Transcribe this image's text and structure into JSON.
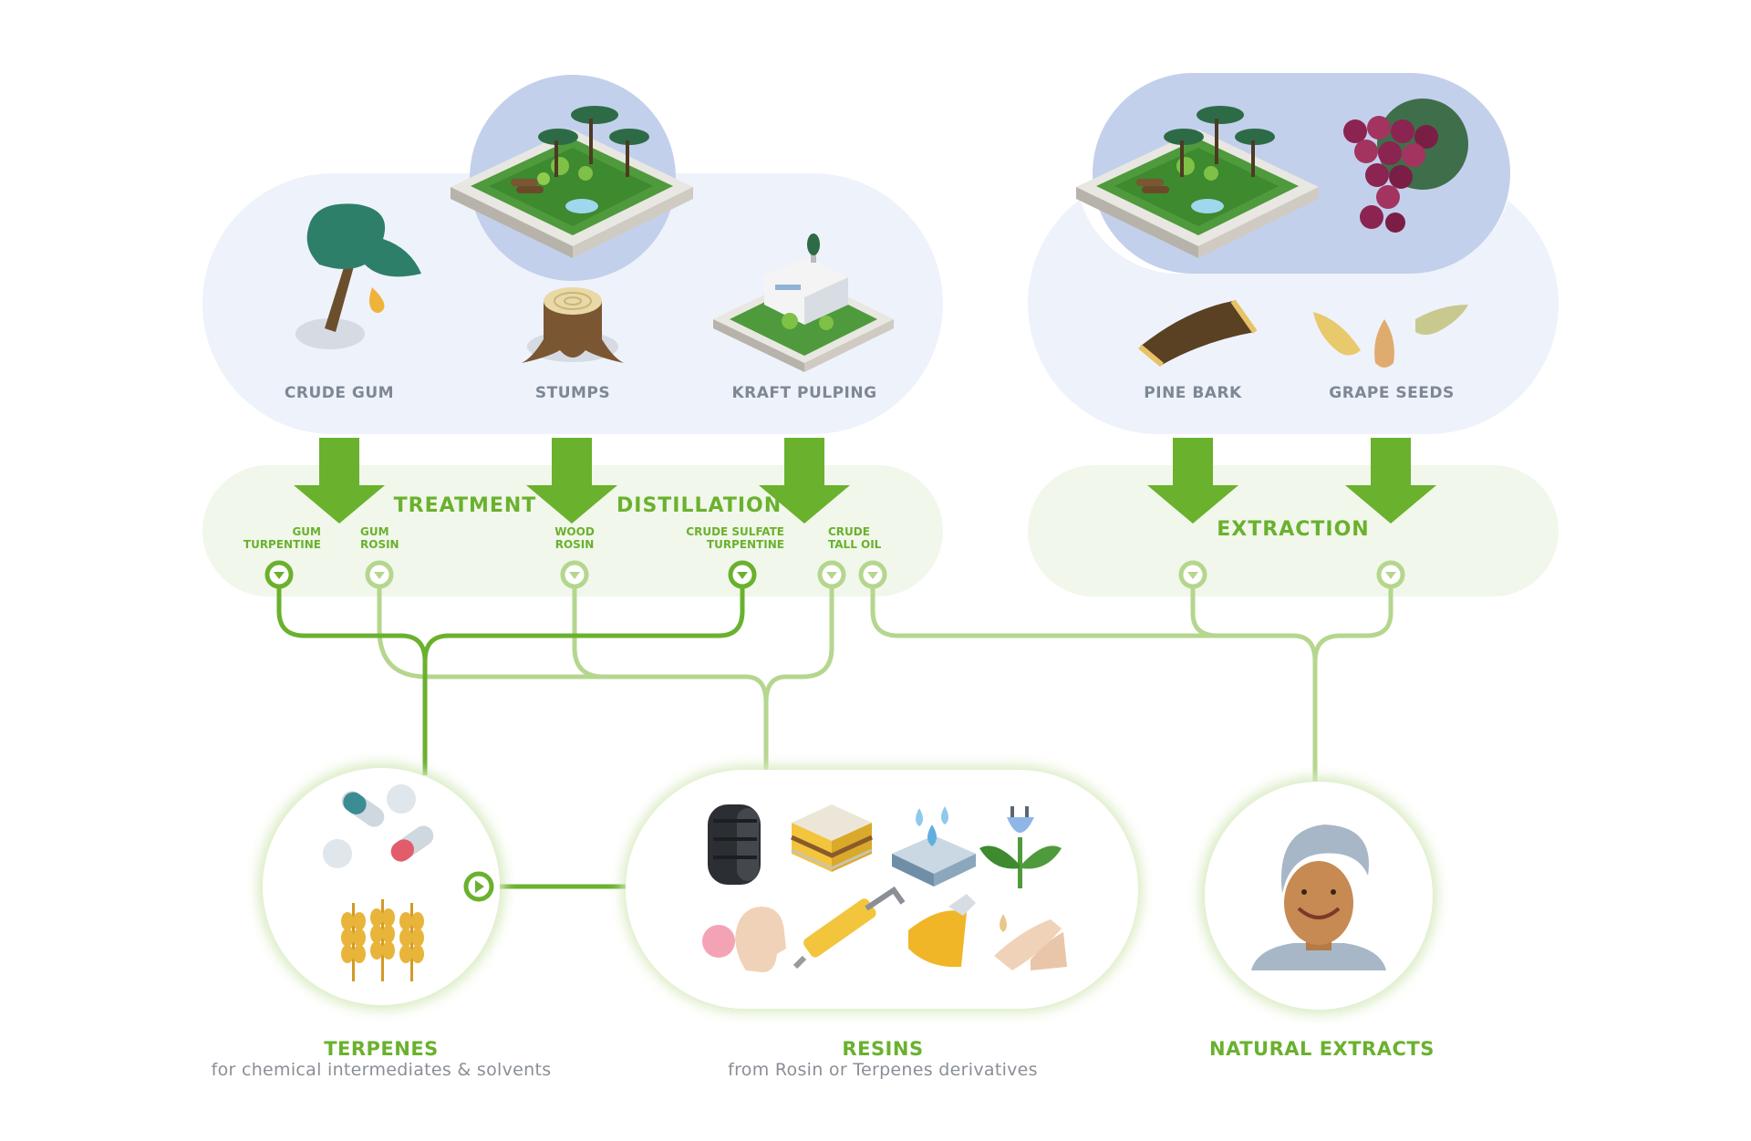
{
  "sources": {
    "crude_gum": "CRUDE GUM",
    "stumps": "STUMPS",
    "kraft_pulping": "KRAFT PULPING",
    "pine_bark": "PINE BARK",
    "grape_seeds": "GRAPE SEEDS"
  },
  "processes": {
    "treatment": "TREATMENT",
    "ampersand": "&",
    "distillation": "DISTILLATION",
    "extraction": "EXTRACTION"
  },
  "intermediates": {
    "gum_turpentine": [
      "GUM",
      "TURPENTINE"
    ],
    "gum_rosin": [
      "GUM",
      "ROSIN"
    ],
    "wood_rosin": [
      "WOOD",
      "ROSIN"
    ],
    "crude_sulfate_turpentine": [
      "CRUDE SULFATE",
      "TURPENTINE"
    ],
    "crude_tall_oil": [
      "CRUDE",
      "TALL OIL"
    ]
  },
  "outputs": {
    "terpenes": {
      "title": "TERPENES",
      "desc": "for chemical intermediates & solvents"
    },
    "resins": {
      "title": "RESINS",
      "desc": "from Rosin or Terpenes derivatives"
    },
    "natural_extracts": {
      "title": "NATURAL EXTRACTS"
    }
  },
  "colors": {
    "green_dark": "#6ab12e",
    "green_light": "#b5d68e",
    "cloud_blue": "#eef2fb",
    "cloud_blue_dark": "#c3d0ec",
    "band_green": "#f1f7ea"
  },
  "icons": [
    "pine-tree-icon",
    "forest-tile-icon",
    "stump-icon",
    "factory-icon",
    "pine-bark-icon",
    "grape-icon",
    "grape-seed-icon",
    "capsule-icon",
    "wheat-icon",
    "tire-icon",
    "layers-icon",
    "water-drop-icon",
    "plant-plug-icon",
    "bubble-gum-icon",
    "caulk-gun-icon",
    "oil-bottle-icon",
    "legs-icon",
    "woman-towel-icon"
  ]
}
